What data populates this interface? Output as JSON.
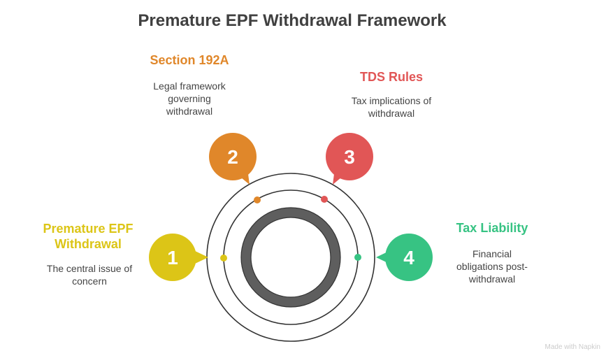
{
  "title": "Premature EPF Withdrawal Framework",
  "colors": {
    "yellow": "#DCC517",
    "orange": "#E0872A",
    "red": "#E15656",
    "green": "#37C383",
    "ring": "#5E5E5E",
    "circle_line": "#333333"
  },
  "items": [
    {
      "number": "1",
      "label_line1": "Premature EPF",
      "label_line2": "Withdrawal",
      "desc_line1": "The central issue of",
      "desc_line2": "concern"
    },
    {
      "number": "2",
      "label_line1": "Section 192A",
      "desc_line1": "Legal framework",
      "desc_line2": "governing",
      "desc_line3": "withdrawal"
    },
    {
      "number": "3",
      "label_line1": "TDS Rules",
      "desc_line1": "Tax implications of",
      "desc_line2": "withdrawal"
    },
    {
      "number": "4",
      "label_line1": "Tax Liability",
      "desc_line1": "Financial",
      "desc_line2": "obligations post-",
      "desc_line3": "withdrawal"
    }
  ],
  "watermark": "Made with Napkin"
}
